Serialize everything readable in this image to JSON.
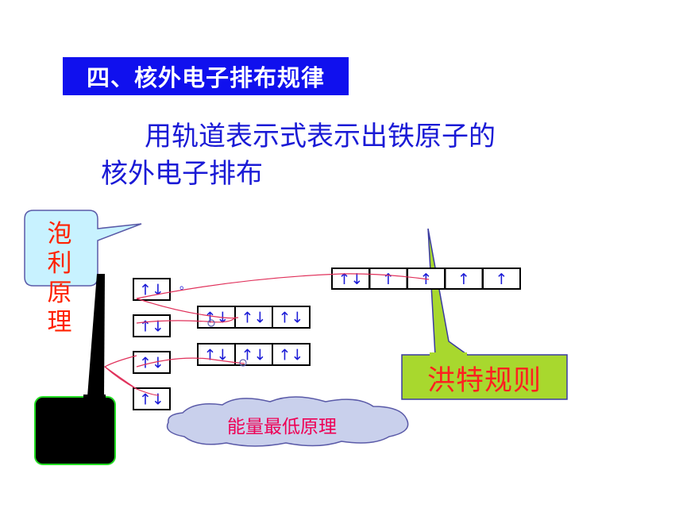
{
  "slide": {
    "heading": "四、核外电子排布规律",
    "instruction_line1": "用轨道表示式表示出铁原子的",
    "instruction_line2": "核外电子排布",
    "pauli_label_chars": [
      "泡",
      "利",
      "原",
      "理"
    ],
    "hund_label": "洪特规则",
    "energy_label": "能量最低原理",
    "dot": "。"
  },
  "orbital_diagram": {
    "column_s": [
      "↑↓",
      "↑↓",
      "↑↓",
      "↑↓"
    ],
    "row_p2": [
      "↑↓",
      "↑↓",
      "↑↓"
    ],
    "row_p3": [
      "↑↓",
      "↑↓",
      "↑↓"
    ],
    "row_d": [
      "↑↓",
      "↑",
      "↑",
      "↑",
      "↑"
    ]
  },
  "colors": {
    "heading_bg": "#1010ee",
    "text_blue": "#1a1ad6",
    "label_red": "#ff2200",
    "callout_cyan": "#c8f2ff",
    "callout_green": "#a8d82e",
    "cloud_fill": "#c9d0ec",
    "connector_line": "#e0305a"
  }
}
